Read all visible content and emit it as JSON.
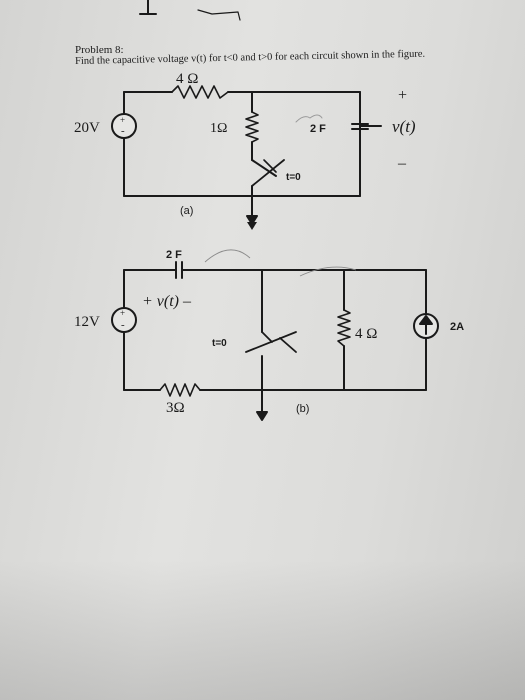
{
  "problem": {
    "title": "Problem 8:",
    "statement": "Find the capacitive voltage v(t) for t<0 and t>0 for each circuit shown in the figure."
  },
  "circuit_a": {
    "source": "20V",
    "source_plus": "+",
    "source_minus": "-",
    "r_top": "4 Ω",
    "r_mid": "1Ω",
    "capacitor": "2 F",
    "switch": "t=0",
    "vout_plus": "+",
    "vout": "v(t)",
    "vout_minus": "–",
    "label": "(a)"
  },
  "circuit_b": {
    "source": "12V",
    "source_plus": "+",
    "source_minus": "-",
    "capacitor": "2 F",
    "cap_voltage": "+ v(t) –",
    "switch": "t=0",
    "r_right": "4 Ω",
    "r_bottom": "3Ω",
    "current_source": "2A",
    "label": "(b)"
  }
}
